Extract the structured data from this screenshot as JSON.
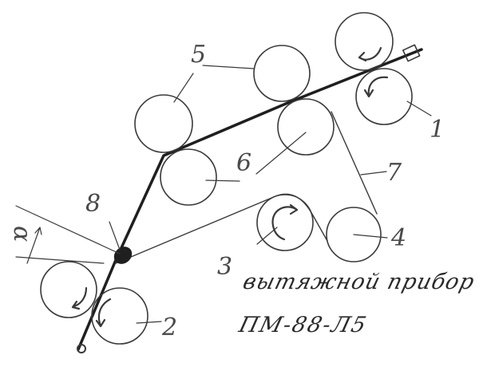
{
  "caption": {
    "line1": "вытяжной прибор",
    "line2": "ПМ-88-Л5"
  },
  "labels": {
    "n1": "1",
    "n2": "2",
    "n3": "3",
    "n4": "4",
    "n5": "5",
    "n6": "6",
    "n7": "7",
    "n8": "8",
    "a": "α"
  },
  "colors": {
    "ink": "#3a3a3a",
    "thread": "#1f1f1f"
  }
}
